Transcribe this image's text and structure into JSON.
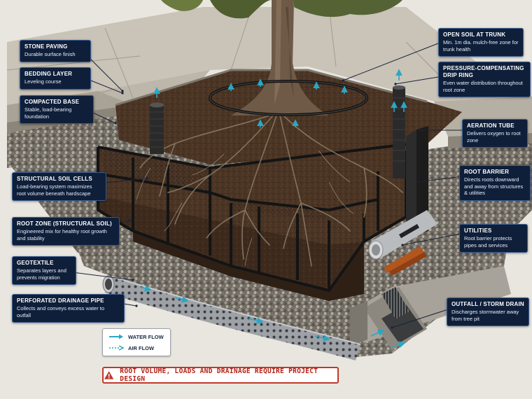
{
  "callouts": {
    "stone_paving": {
      "title": "STONE PAVING",
      "desc": "Durable surface finish"
    },
    "bedding_layer": {
      "title": "BEDDING LAYER",
      "desc": "Leveling course"
    },
    "compacted_base": {
      "title": "COMPACTED BASE",
      "desc": "Stable, load-bearing foundation"
    },
    "structural_soil_cells": {
      "title": "STRUCTURAL SOIL CELLS",
      "desc": "Load-bearing system maximizes root volume beneath hardscape"
    },
    "root_zone": {
      "title": "ROOT ZONE (STRUCTURAL SOIL)",
      "desc": "Engineered mix for healthy root growth and stability"
    },
    "geotextile": {
      "title": "GEOTEXTILE",
      "desc": "Separates layers and prevents migration"
    },
    "drainage_pipe": {
      "title": "PERFORATED DRAINAGE PIPE",
      "desc": "Collects and conveys excess water to outfall"
    },
    "open_soil": {
      "title": "OPEN SOIL AT TRUNK",
      "desc": "Min. 1m dia. mulch-free zone for trunk health"
    },
    "drip_ring": {
      "title": "PRESSURE-COMPENSATING DRIP RING",
      "desc": "Even water distribution throughout root zone"
    },
    "aeration_tube": {
      "title": "AERATION TUBE",
      "desc": "Delivers oxygen to root zone"
    },
    "root_barrier": {
      "title": "ROOT BARRIER",
      "desc": "Directs roots downward and away from structures & utilities"
    },
    "utilities": {
      "title": "UTILITIES",
      "desc": "Root barrier protects pipes and services"
    },
    "outfall": {
      "title": "OUTFALL / STORM DRAIN",
      "desc": "Discharges stormwater away from tree pit"
    }
  },
  "legend": {
    "water_flow": "WATER FLOW",
    "air_flow": "AIR FLOW"
  },
  "warning": {
    "text": "ROOT VOLUME, LOADS AND DRAINAGE REQUIRE PROJECT DESIGN"
  },
  "colors": {
    "callout_bg": "#0f1f3a",
    "water": "#2aa7c4",
    "warning": "#c0392b"
  },
  "icons": {
    "warning": "warning-triangle-icon"
  }
}
